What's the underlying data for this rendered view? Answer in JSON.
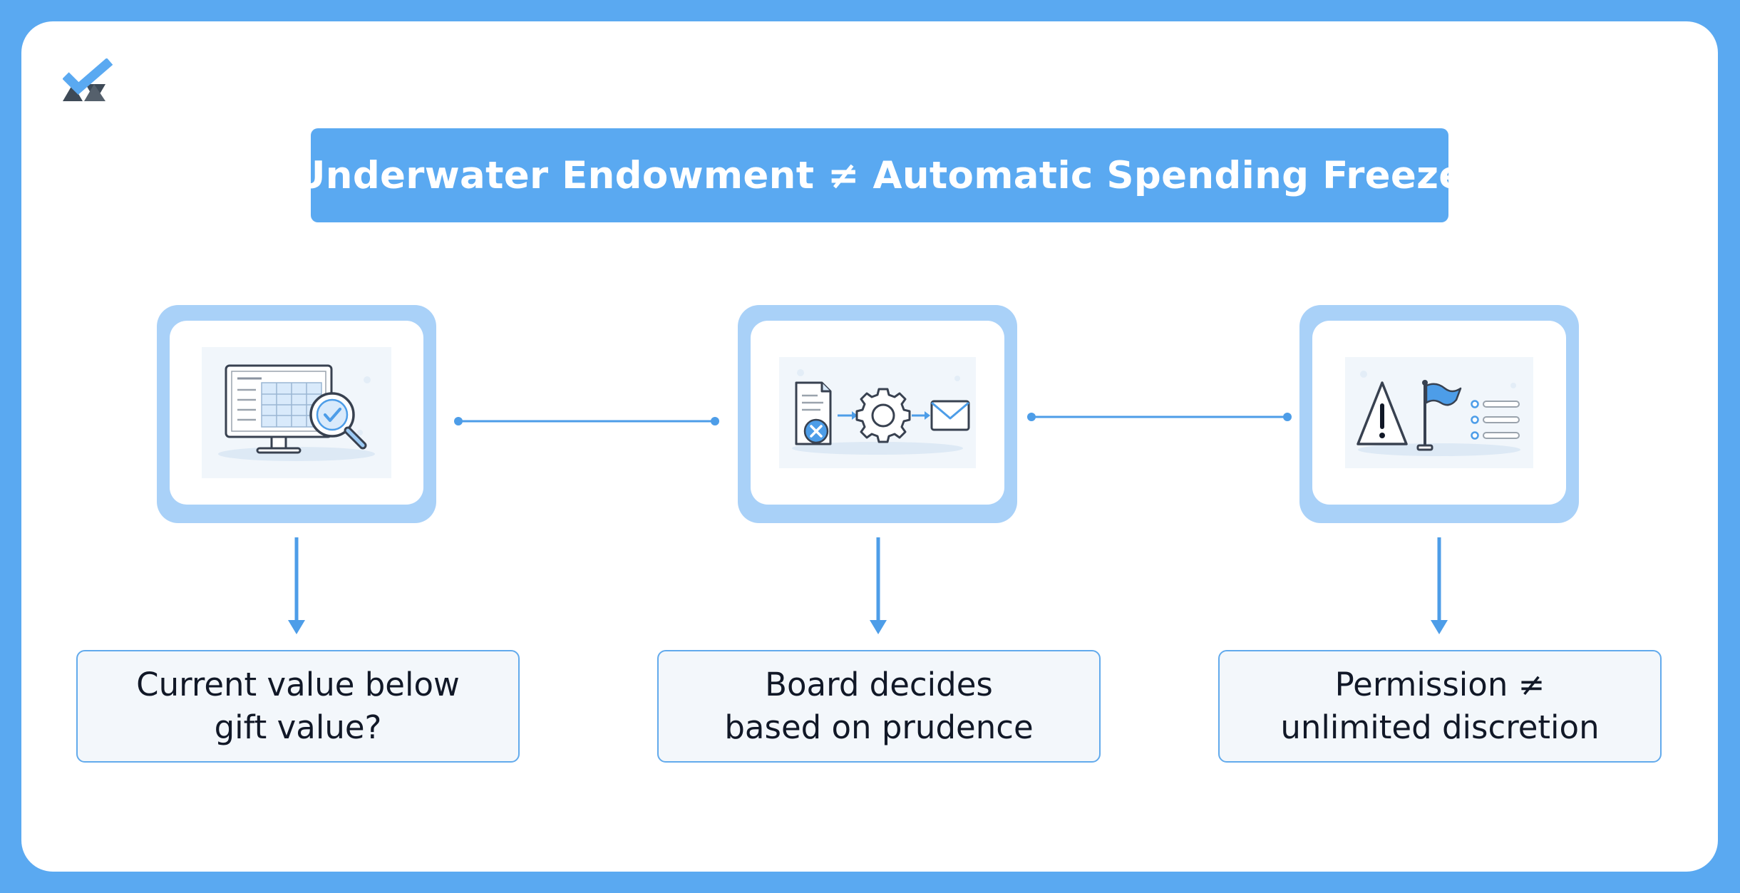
{
  "title": "Underwater Endowment ≠ Automatic Spending Freeze",
  "steps": [
    {
      "icon": "monitor-spreadsheet-magnifier-icon",
      "label_lines": [
        "Current value below",
        "gift value?"
      ]
    },
    {
      "icon": "document-gear-envelope-icon",
      "label_lines": [
        "Board decides",
        "based on prudence"
      ]
    },
    {
      "icon": "warning-flag-checklist-icon",
      "label_lines": [
        "Permission ≠",
        "unlimited discretion"
      ]
    }
  ],
  "colors": {
    "background": "#5aa9f1",
    "card": "#ffffff",
    "banner": "#5aa9f1",
    "frame": "#a9d1f8",
    "accent": "#4d9de8",
    "label_fill": "#f3f7fb",
    "label_border": "#62aaec",
    "text": "#111827",
    "logo_dark": "#3e4a57"
  }
}
